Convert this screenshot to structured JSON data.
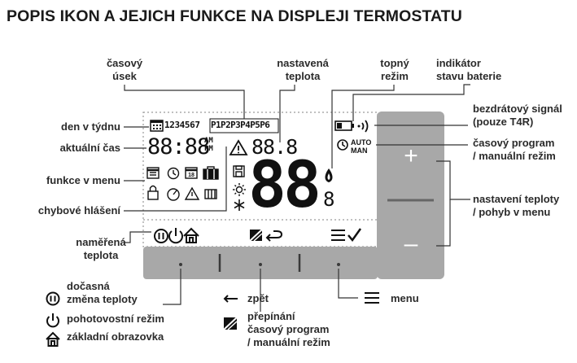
{
  "title": "POPIS IKON A JEJICH FUNKCE NA DISPLEJI TERMOSTATU",
  "labels": {
    "casovy_usek_1": "časový",
    "casovy_usek_2": "úsek",
    "nastavena_teplota_1": "nastavená",
    "nastavena_teplota_2": "teplota",
    "topny_rezim_1": "topný",
    "topny_rezim_2": "režim",
    "baterie_1": "indikátor",
    "baterie_2": "stavu baterie",
    "bezdratovy_1": "bezdrátový signál",
    "bezdratovy_2": "(pouze T4R)",
    "casovy_program_1": "časový program",
    "casovy_program_2": "/ manuální režim",
    "nastaveni_teploty_1": "nastavení teploty",
    "nastaveni_teploty_2": "/ pohyb v menu",
    "den_v_tydnu": "den v týdnu",
    "aktualni_cas": "aktuální čas",
    "funkce_v_menu": "funkce v menu",
    "chybove_hlaseni": "chybové hlášení",
    "namerena_teplota_1": "naměřená",
    "namerena_teplota_2": "teplota"
  },
  "display": {
    "days": "1234567",
    "periods": [
      "P1",
      "P2",
      "P3",
      "P4",
      "P5",
      "P6"
    ],
    "time": "88:88",
    "am": "AM",
    "pm": "PM",
    "setpoint": "88.8",
    "measured_big": "88",
    "measured_small": "8",
    "auto": "AUTO",
    "man": "MAN"
  },
  "buttons": {
    "plus": "+",
    "minus": "–"
  },
  "legend": {
    "docasna_1": "dočasná",
    "docasna_2": "změna teploty",
    "pohotovostni": "pohotovostní režim",
    "zakladni": "základní obrazovka",
    "zpet": "zpět",
    "prepinani_1": "přepínání",
    "prepinani_2": "časový program",
    "prepinani_3": "/ manuální režim",
    "menu": "menu"
  }
}
